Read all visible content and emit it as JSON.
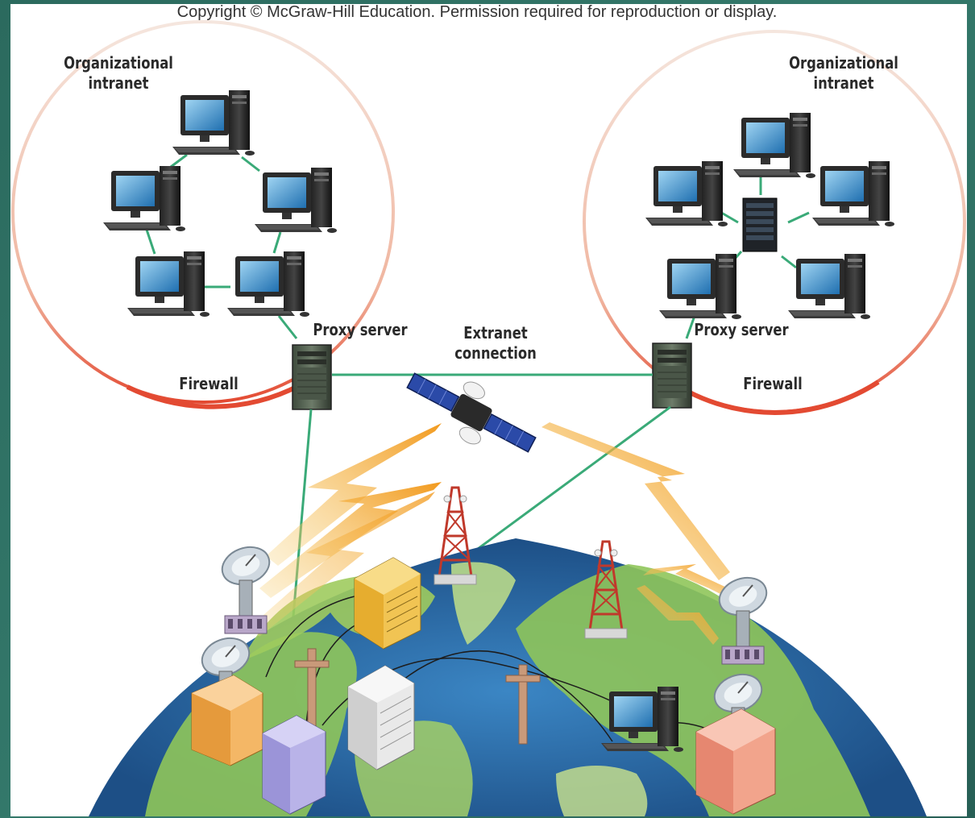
{
  "copyright": "Copyright © McGraw-Hill Education. Permission required for reproduction or display.",
  "left_network": {
    "title_line1": "Organizational",
    "title_line2": "intranet",
    "proxy_label": "Proxy server",
    "firewall_label": "Firewall"
  },
  "right_network": {
    "title_line1": "Organizational",
    "title_line2": "intranet",
    "proxy_label": "Proxy server",
    "firewall_label": "Firewall"
  },
  "extranet": {
    "line1": "Extranet",
    "line2": "connection"
  },
  "colors": {
    "link": "#3aaa78",
    "firewall_arc": "#e8503a",
    "signal": "#f2a733",
    "ocean": "#2c6fa8",
    "land": "#8fc55a"
  },
  "icons": [
    "computer-icon",
    "proxy-server-icon",
    "hub-server-icon",
    "satellite-icon",
    "radio-tower-icon",
    "satellite-dish-icon",
    "building-icon",
    "utility-pole-icon",
    "globe-icon"
  ]
}
